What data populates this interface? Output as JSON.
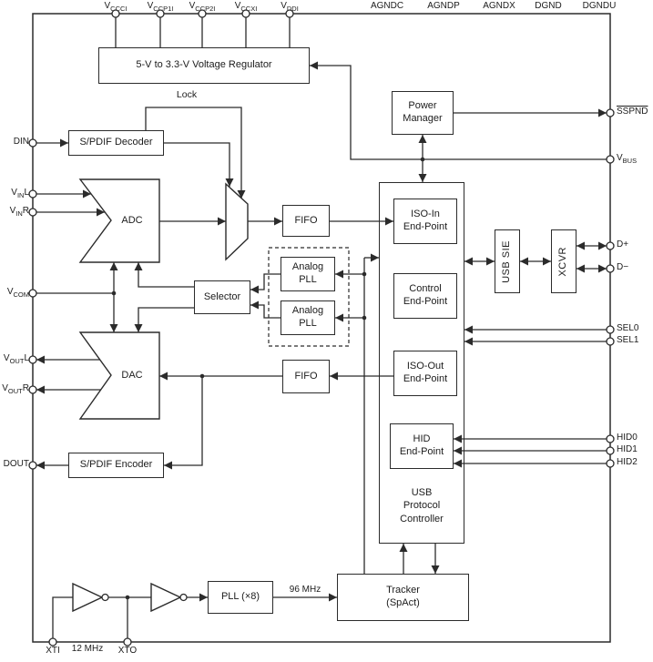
{
  "diagram": {
    "title_hint": "USB audio codec block diagram",
    "blocks": {
      "regulator": "5-V to 3.3-V Voltage Regulator",
      "power_manager": "Power\nManager",
      "spdif_decoder": "S/PDIF Decoder",
      "adc": "ADC",
      "fifo_top": "FIFO",
      "iso_in": "ISO-In\nEnd-Point",
      "control_ep": "Control\nEnd-Point",
      "iso_out": "ISO-Out\nEnd-Point",
      "hid_ep": "HID\nEnd-Point",
      "usb_protocol": "USB\nProtocol\nController",
      "usb_sie": "USB SIE",
      "xcvr": "XCVR",
      "analog_pll_1": "Analog\nPLL",
      "analog_pll_2": "Analog\nPLL",
      "selector": "Selector",
      "dac": "DAC",
      "fifo_bottom": "FIFO",
      "spdif_encoder": "S/PDIF Encoder",
      "pll_x8": "PLL (×8)",
      "tracker": "Tracker\n(SpAct)"
    },
    "annotations": {
      "lock": "Lock",
      "clock_96mhz": "96 MHz",
      "crystal_12mhz": "12 MHz"
    },
    "pins": {
      "vccci": {
        "base": "V",
        "sub": "CCCI"
      },
      "vccp1i": {
        "base": "V",
        "sub": "CCP1I"
      },
      "vccp2i": {
        "base": "V",
        "sub": "CCP2I"
      },
      "vccxi": {
        "base": "V",
        "sub": "CCXI"
      },
      "vddi": {
        "base": "V",
        "sub": "DDI"
      },
      "agndc": {
        "text": "AGNDC"
      },
      "agndp": {
        "text": "AGNDP"
      },
      "agndx": {
        "text": "AGNDX"
      },
      "dgnd": {
        "text": "DGND"
      },
      "dgndu": {
        "text": "DGNDU"
      },
      "din": {
        "text": "DIN"
      },
      "vinl": {
        "base": "V",
        "sub": "IN",
        "post": "L"
      },
      "vinr": {
        "base": "V",
        "sub": "IN",
        "post": "R"
      },
      "vcom": {
        "base": "V",
        "sub": "COM"
      },
      "voutl": {
        "base": "V",
        "sub": "OUT",
        "post": "L"
      },
      "voutr": {
        "base": "V",
        "sub": "OUT",
        "post": "R"
      },
      "dout": {
        "text": "DOUT"
      },
      "sspnd": {
        "text": "SSPND"
      },
      "vbus": {
        "base": "V",
        "sub": "BUS"
      },
      "dplus": {
        "text": "D+"
      },
      "dminus": {
        "text": "D−"
      },
      "sel0": {
        "text": "SEL0"
      },
      "sel1": {
        "text": "SEL1"
      },
      "hid0": {
        "text": "HID0"
      },
      "hid1": {
        "text": "HID1"
      },
      "hid2": {
        "text": "HID2"
      },
      "xti": {
        "text": "XTI"
      },
      "xto": {
        "text": "XTO"
      }
    },
    "colors": {
      "line": "#2b2b2b",
      "background": "#ffffff"
    }
  }
}
